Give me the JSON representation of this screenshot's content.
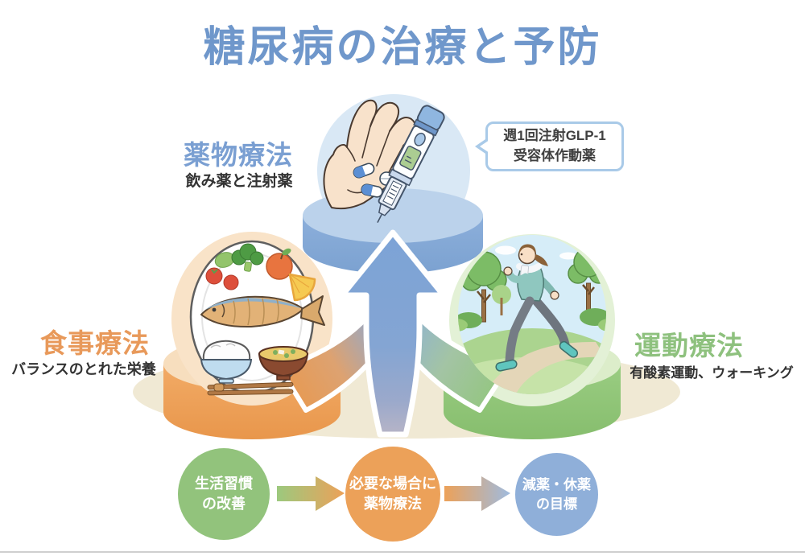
{
  "title": "糖尿病の治療と予防",
  "pillars": {
    "drug": {
      "label": "薬物療法",
      "subtitle": "飲み薬と注射薬"
    },
    "diet": {
      "label": "食事療法",
      "subtitle": "バランスのとれた栄養"
    },
    "exercise": {
      "label": "運動療法",
      "subtitle": "有酸素運動、ウォーキング"
    }
  },
  "callout": {
    "line1": "週1回注射GLP-1",
    "line2": "受容体作動薬"
  },
  "flow_steps": [
    {
      "line1": "生活習慣",
      "line2": "の改善",
      "color": "#92c37c"
    },
    {
      "line1": "必要な場合に",
      "line2": "薬物療法",
      "color": "#eca159"
    },
    {
      "line1": "減薬・休薬",
      "line2": "の目標",
      "color": "#8fafd9"
    }
  ],
  "illustrations": {
    "medication": "hand holding pills and injection pen",
    "diet": "plate with vegetables, fish, rice and miso soup",
    "exercise": "woman jogging in a park"
  },
  "colors": {
    "title": "#6f97cb",
    "drug_accent": "#7a9fd2",
    "diet_accent": "#e8995a",
    "exercise_accent": "#8ec17e",
    "platform_blue": "#7ba1d0",
    "platform_orange": "#eca159",
    "platform_green": "#92c37c",
    "ground": "#f0e9d4",
    "callout_border": "#a9cae8"
  }
}
